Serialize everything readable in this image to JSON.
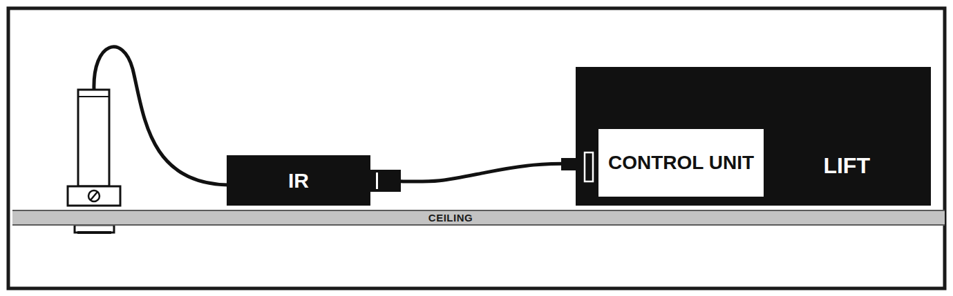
{
  "diagram": {
    "nodes": [
      {
        "text": [
          "IR"
        ]
      },
      {
        "text": [
          "LIFT"
        ]
      },
      {
        "text": [
          "CONTROL UNIT"
        ],
        "in": 1
      },
      {
        "text": [
          "CEILING"
        ]
      }
    ],
    "edges": [
      {
        "from": 0,
        "to": 2,
        "arrow": "none"
      }
    ]
  }
}
